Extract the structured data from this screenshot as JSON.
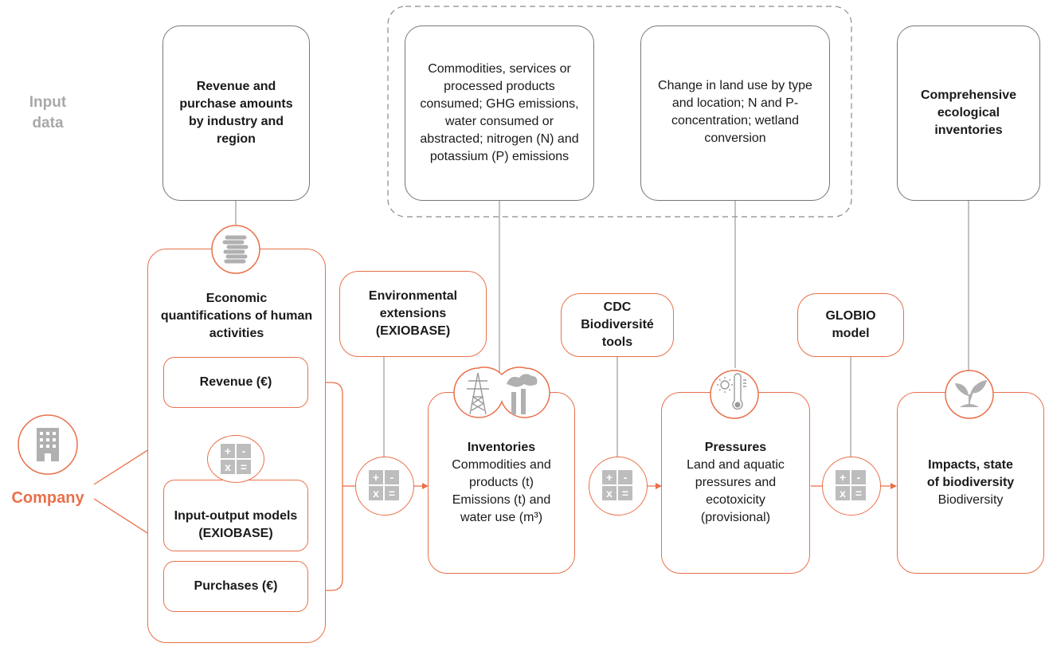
{
  "row_label": "Input data",
  "company": {
    "label": "Company"
  },
  "inputs": {
    "revenue_purchase": "Revenue and purchase amounts by industry and region",
    "commodities": "Commodities, services or processed products consumed; GHG emissions, water consumed or abstracted; nitrogen (N) and potassium (P) emissions",
    "land_use": "Change in land use by type and location; N and P- concentration; wetland conversion",
    "ecological": "Comprehensive ecological inventories"
  },
  "economic": {
    "title": "Economic quantifications of human activities",
    "revenue": "Revenue (€)",
    "io_models": "Input-output models (EXIOBASE)",
    "purchases": "Purchases (€)"
  },
  "tools": {
    "env_ext": "Environmental extensions (EXIOBASE)",
    "cdc": "CDC Biodiversité tools",
    "globio": "GLOBIO model"
  },
  "outputs": {
    "inventories_title": "Inventories",
    "inventories_body": "Commodities and products (t) Emissions (t) and water use (m³)",
    "pressures_title": "Pressures",
    "pressures_body": "Land and aquatic pressures and ecotoxicity (provisional)",
    "impacts_title": "Impacts, state of biodiversity",
    "impacts_body": "Biodiversity"
  },
  "calc_symbols": [
    "+",
    "-",
    "x",
    "="
  ],
  "colors": {
    "accent": "#e9704a",
    "gray": "#777777",
    "icon_gray": "#a8a8a8"
  },
  "icons": [
    "building-icon",
    "coins-icon",
    "calculator-icon",
    "pylon-factory-icon",
    "thermometer-sun-icon",
    "plant-icon"
  ]
}
